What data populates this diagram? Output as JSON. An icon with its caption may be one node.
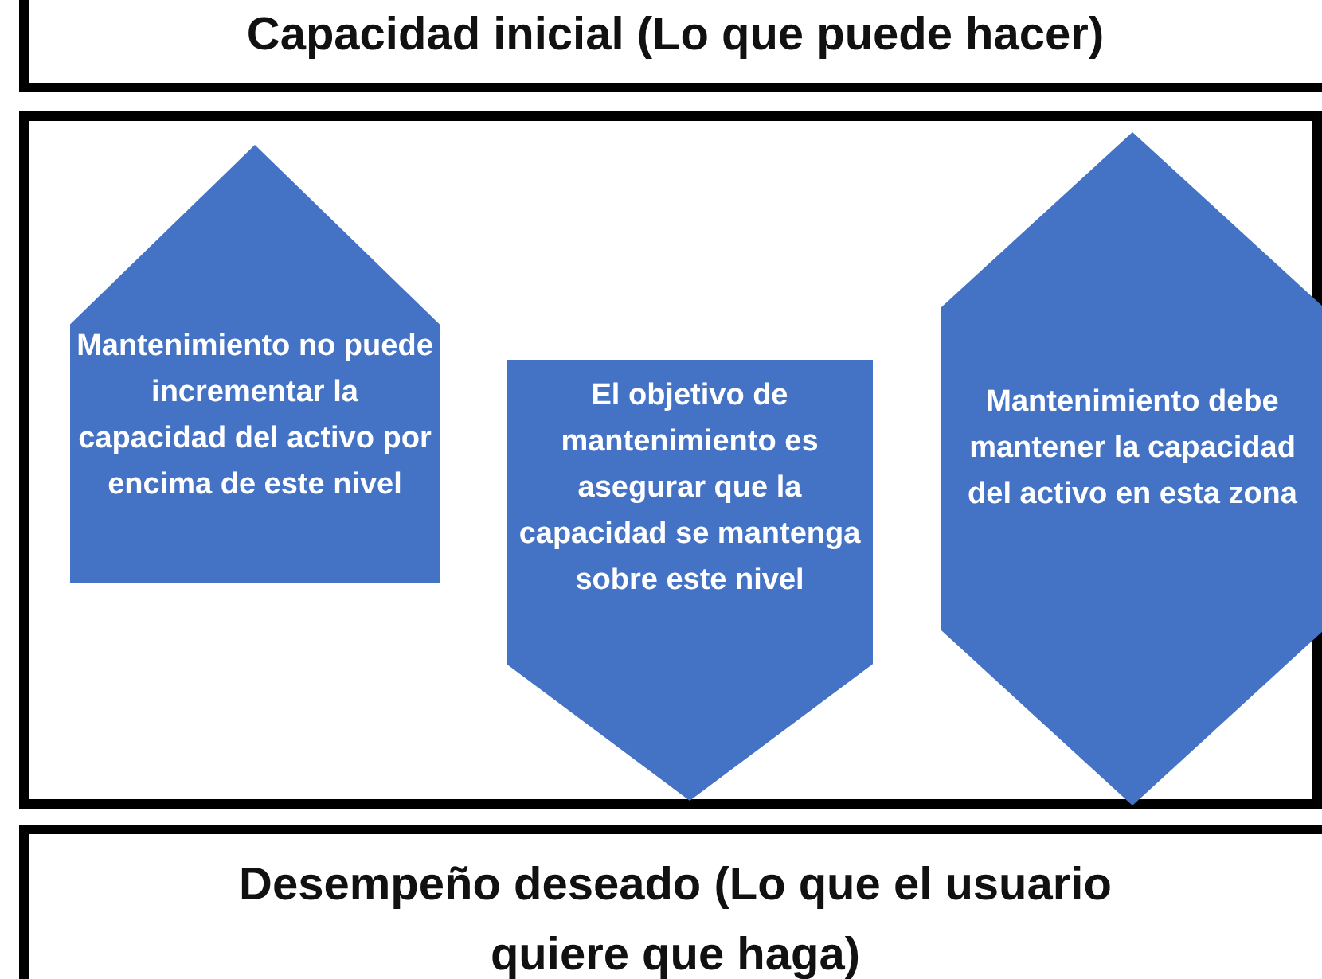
{
  "diagram": {
    "nodes": [
      {
        "text": [
          "Capacidad inicial (Lo que puede hacer)"
        ]
      },
      {
        "text": [],
        "shape": "box"
      },
      {
        "text": [
          "Mantenimiento no puede incrementar la capacidad del activo por encima de este nivel"
        ],
        "in": 1
      },
      {
        "text": [
          "El objetivo de mantenimiento es asegurar que la capacidad se mantenga sobre este nivel"
        ],
        "in": 1
      },
      {
        "text": [
          "Mantenimiento debe mantener la capacidad del activo en esta zona"
        ],
        "in": 1
      },
      {
        "text": [
          "Desempeño deseado (Lo que el usuario quiere que haga)"
        ]
      }
    ]
  }
}
